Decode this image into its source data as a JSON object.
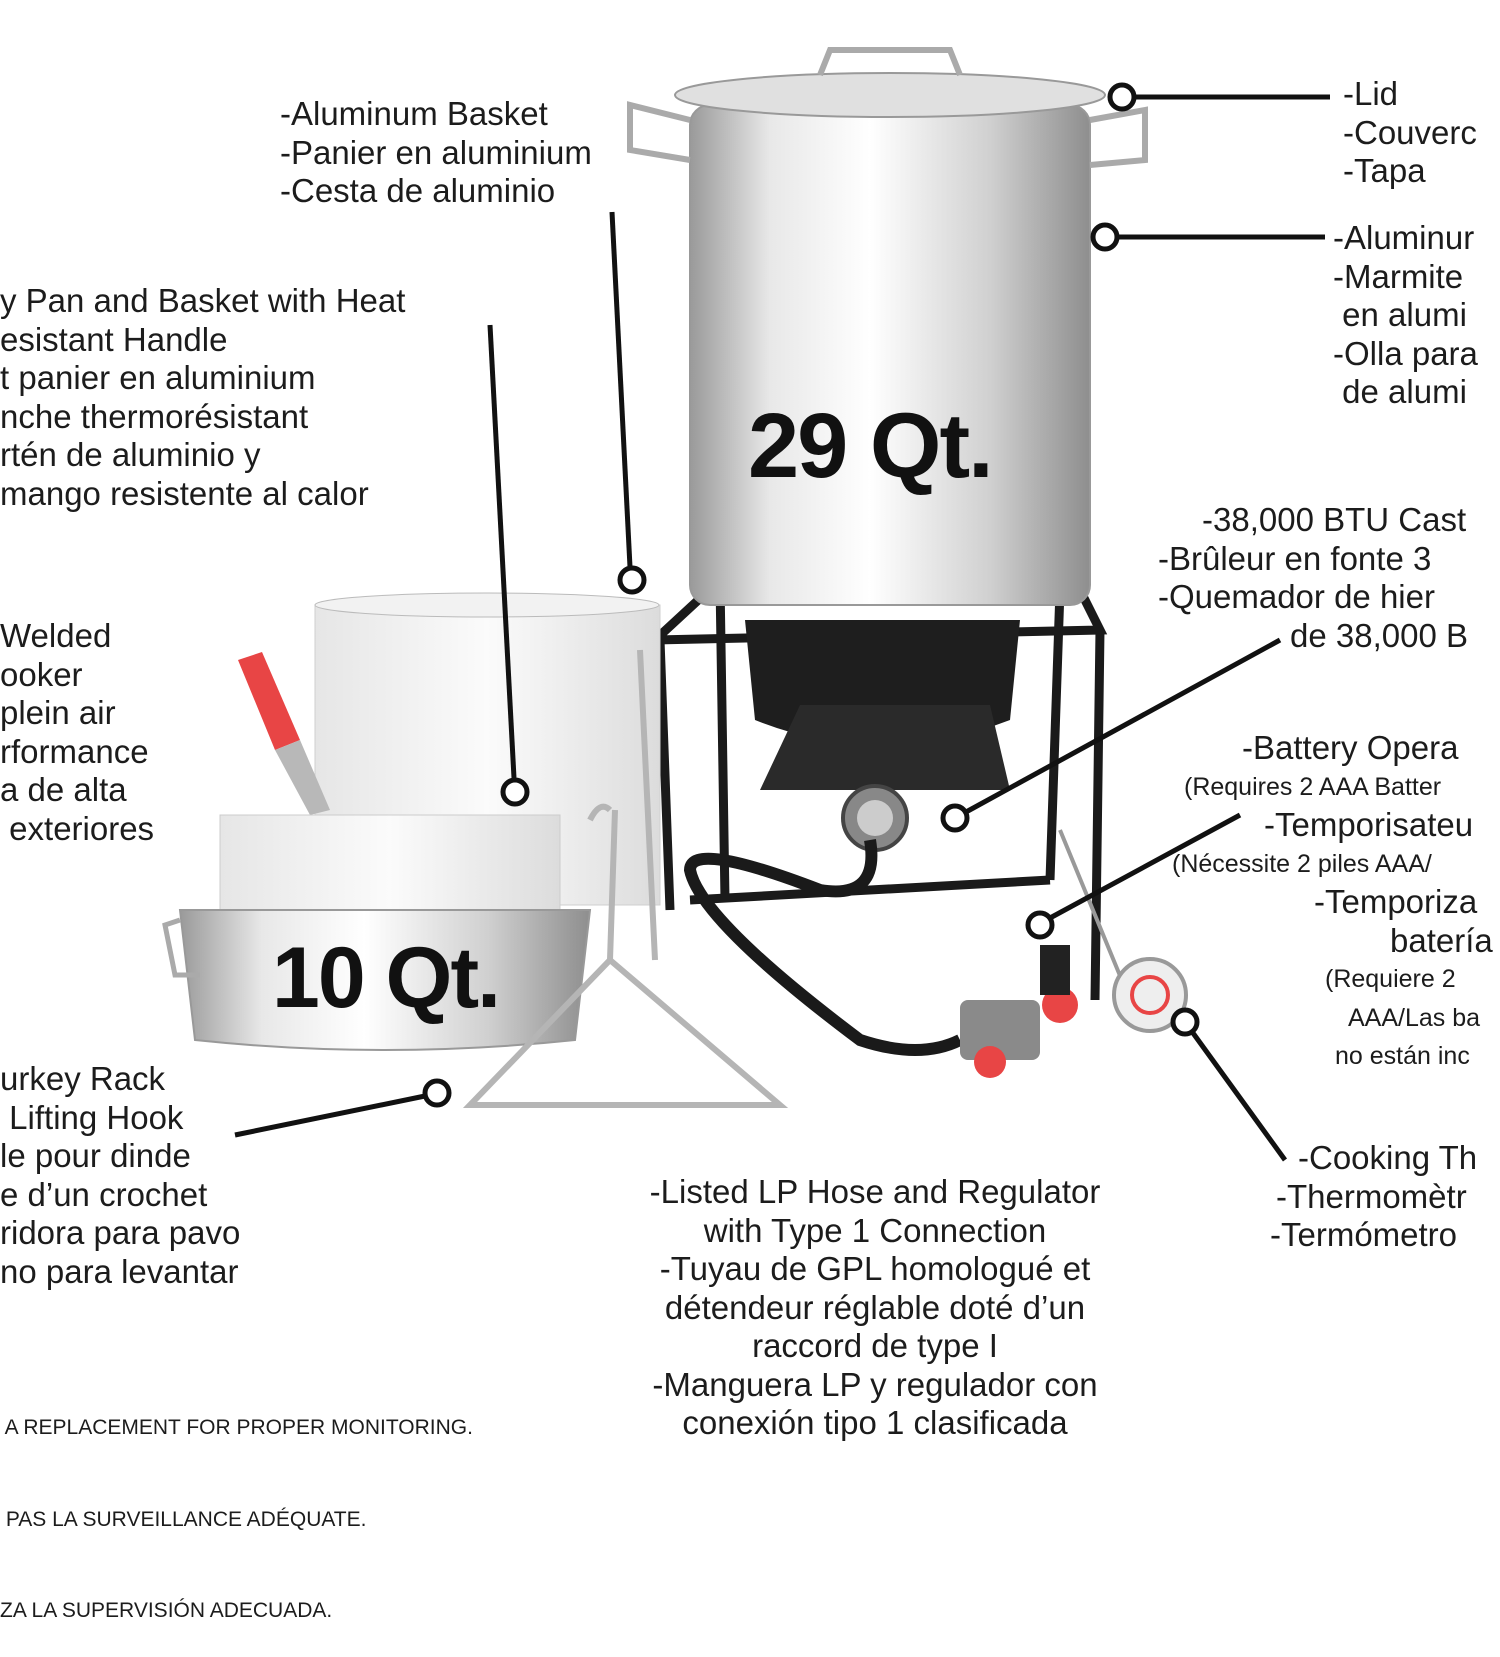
{
  "capacity_labels": {
    "stockpot": "29 Qt.",
    "fry_pan": "10 Qt."
  },
  "callouts": {
    "basket": [
      "-Aluminum Basket",
      "-Panier en aluminium",
      "-Cesta de aluminio"
    ],
    "fry_pan": [
      "y Pan and Basket with Heat",
      "esistant Handle",
      "t panier en aluminium",
      "nche thermorésistant",
      "rtén de aluminio y",
      "mango resistente al calor"
    ],
    "cooker": [
      "Welded",
      "ooker",
      "plein air",
      "rformance",
      "a de alta",
      " exteriores"
    ],
    "turkey_rack": [
      "urkey Rack",
      " Lifting Hook",
      "le pour dinde",
      "e d’un crochet",
      "ridora para pavo",
      "no para levantar"
    ],
    "lid": [
      "-Lid",
      "-Couverc",
      "-Tapa"
    ],
    "stockpot": [
      "-Aluminur",
      "-Marmite",
      " en alumi",
      "-Olla para",
      " de alumi"
    ],
    "burner": [
      "-38,000 BTU Cast",
      "-Brûleur en fonte 3",
      "-Quemador de hier",
      "de 38,000 B"
    ],
    "timer": {
      "title_en": "-Battery Opera",
      "note_en": "(Requires 2 AAA Batter",
      "title_fr": "-Temporisateu",
      "note_fr": "(Nécessite 2 piles AAA/",
      "title_es": "-Temporiza",
      "title_es2": "batería",
      "note_es": [
        "(Requiere 2",
        "AAA/Las ba",
        "no están inc"
      ]
    },
    "thermometer": [
      "-Cooking Th",
      "-Thermomètr",
      "-Termómetro"
    ],
    "hose": [
      "-Listed LP Hose and Regulator",
      "with Type 1 Connection",
      "-Tuyau de GPL homologué et",
      "détendeur réglable doté d’un",
      "raccord de type I",
      "-Manguera LP y regulador con",
      "conexión tipo 1 clasificada"
    ]
  },
  "warning": [
    " A REPLACEMENT FOR PROPER MONITORING.",
    " PAS LA SURVEILLANCE ADÉQUATE.",
    "ZA LA SUPERVISIÓN ADECUADA."
  ],
  "colors": {
    "handle_red": "#e84545",
    "burner_black": "#1e1e1e",
    "aluminum": "#d8d8d8"
  }
}
